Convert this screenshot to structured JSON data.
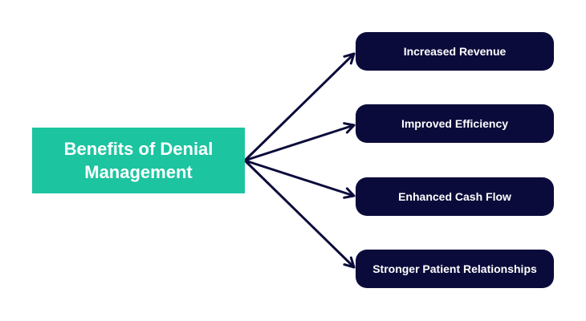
{
  "colors": {
    "center_box": "#1cc4a0",
    "benefit_box": "#0b0b3b",
    "arrow": "#0b0b3b",
    "background": "#ffffff"
  },
  "center": {
    "line1": "Benefits of Denial",
    "line2": "Management"
  },
  "benefits": [
    {
      "label": "Increased Revenue"
    },
    {
      "label": "Improved Efficiency"
    },
    {
      "label": "Enhanced Cash Flow"
    },
    {
      "label": "Stronger Patient Relationships"
    }
  ]
}
